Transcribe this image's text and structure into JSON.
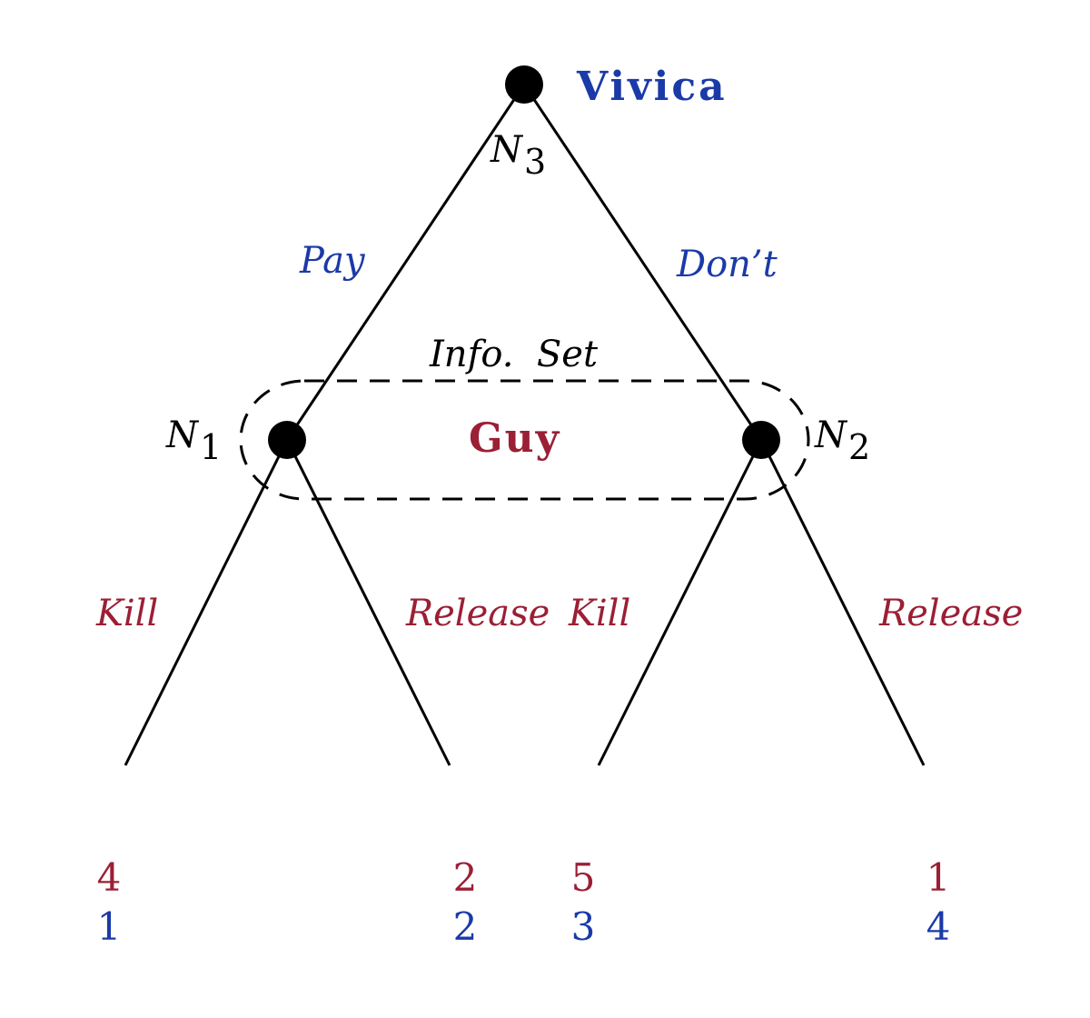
{
  "colors": {
    "player1": "#1a3aa8",
    "player2": "#9b1f35",
    "lines": "#000000"
  },
  "root": {
    "player": "Vivica",
    "node_label": "N",
    "node_sub": "3"
  },
  "root_actions": {
    "left": "Pay",
    "right": "Don’t"
  },
  "info_set": {
    "label": "Info.  Set",
    "player": "Guy"
  },
  "nodes": {
    "left": {
      "label": "N",
      "sub": "1"
    },
    "right": {
      "label": "N",
      "sub": "2"
    }
  },
  "actions": {
    "left_kill": "Kill",
    "left_release": "Release",
    "right_kill": "Kill",
    "right_release": "Release"
  },
  "payoffs": [
    {
      "top": "4",
      "bottom": "1"
    },
    {
      "top": "2",
      "bottom": "2"
    },
    {
      "top": "5",
      "bottom": "3"
    },
    {
      "top": "1",
      "bottom": "4"
    }
  ]
}
